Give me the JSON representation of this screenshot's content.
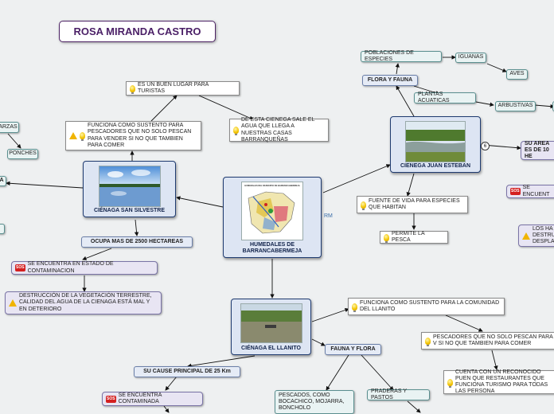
{
  "title": "ROSA MIRANDA CASTRO",
  "central": {
    "label": "HUMEDALES DE BARRANCABERMEJA",
    "map_title": "HUMEDALES DEL MUNICIPIO DE BARRANCABERMEJA"
  },
  "ciclo": {
    "label": "CIÉNAGA SAN SILVESTRE"
  },
  "juan": {
    "label": "CIENEGA JUAN ESTEBAN"
  },
  "llanito": {
    "label": "CIÉNAGA EL LLANITO"
  },
  "rm_label": "RM",
  "nodes": {
    "turistas": "ES UN BUEN LUGAR PARA TURISTAS",
    "sustento_pescadores": "FUNCIONA COMO SUSTENTO PARA PESCADORES QUE NO SOLO PESCAN PARA VENDER SI NO QUE TAMBIEN PARA COMER",
    "agua_casas": "DE ESTA CIENEGA SALE EL AGUA QUE LLEGA A NUESTRAS CASAS BARRANQUEÑAS",
    "garzas": "ARZAS",
    "ponches": "PONCHES",
    "left_a": "A",
    "ocupa": "OCUPA MAS DE 2500 HECTAREAS",
    "contaminacion_ss": "SE ENCUENTRA EN ESTADO DE CONTAMINACION",
    "destruccion": "DESTRUCCIÓN DE LA VEGETACIÓN TERRESTRE, CALIDAD DEL AGUA DE LA CIENAGA ESTÁ MAL Y EN DETERIORO",
    "poblaciones": "POBLACIONES DE ESPECIES",
    "iguanas": "IGUANAS",
    "aves": "AVES",
    "flora_fauna_je": "FLORA Y FAUNA",
    "plantas_acuaticas": "PLANTAS ACUATICAS",
    "arbustivas": "ARBUSTIVAS",
    "area": "SU AREA ES DE 10 HE",
    "contaminada_je": "SE ENCUENT",
    "habitantes": "LOS HA DESTRU DESPLA",
    "fuente_vida": "FUENTE DE VIDA PARA ESPECIES QUE HABITAN",
    "permite_pesca": "PERMITE LA PESCA",
    "sustento_comunidad": "FUNCIONA COMO SUSTENTO PARA LA COMUNIDAD DEL LLANITO",
    "pescadores_ll": "PESCADORES QUE NO SOLO PESCAN PARA V SI NO QUE TAMBIEN PARA COMER",
    "restaurantes": "CUENTA CON UN RECONOCIDO PUEN QUE RESTAURANTES QUE FUNCIONA TURISMO PARA TODAS LAS PERSONA",
    "fauna_flora_ll": "FAUNA Y FLORA",
    "cause": "SU CAUSE PRINCIPAL DE 25 Km",
    "contaminada_ll": "SE ENCUENTRA CONTAMINADA",
    "pescados": "PESCADOS, COMO BOCACHICO, MOJARRA, BONCHOLO",
    "praderas": "PRADERAS Y PASTOS"
  },
  "colors": {
    "title_border": "#4e2466",
    "card_border": "#1f3b70",
    "line": "#111111"
  }
}
